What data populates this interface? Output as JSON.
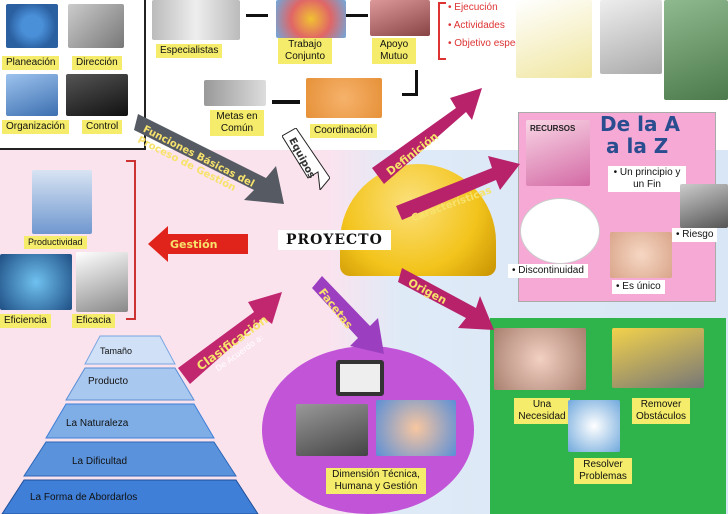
{
  "center": {
    "title": "PROYECTO"
  },
  "arrows": {
    "funciones": "Funciones Básicas del Proceso de Gestión",
    "equipos": "Equipos",
    "definicion": "Definición",
    "caracteristicas": "Características",
    "gestion": "Gestión",
    "origen": "Origen",
    "facetas": "Facetas",
    "clasificacion": "Clasificación",
    "clasificacion_sub": "De Acuerdo a:"
  },
  "funciones": {
    "planeacion": "Planeación",
    "direccion": "Dirección",
    "organizacion": "Organización",
    "control": "Control"
  },
  "equipos": {
    "especialistas": "Especialistas",
    "trabajo_conjunto": "Trabajo Conjunto",
    "apoyo_mutuo": "Apoyo Mutuo",
    "metas_comun": "Metas en Común",
    "coordinacion": "Coordinación"
  },
  "definicion": {
    "items": [
      "Ejecución",
      "Actividades",
      "Objetivo especifico"
    ]
  },
  "caracteristicas": {
    "recursos": "RECURSOS",
    "de_la_a": "De la A",
    "a_la_z": "a la Z",
    "principio_fin": "Un principio y un Fin",
    "riesgo": "Riesgo",
    "discontinuidad": "Discontinuidad",
    "es_unico": "Es único"
  },
  "gestion": {
    "productividad": "Productividad",
    "eficiencia": "Eficiencia",
    "eficacia": "Eficacia"
  },
  "clasificacion": {
    "levels": [
      "Tamaño",
      "Producto",
      "La Naturaleza",
      "La Dificultad",
      "La Forma de Abordarlos"
    ]
  },
  "facetas": {
    "dimension": "Dimensión Técnica, Humana y Gestión"
  },
  "origen": {
    "necesidad": "Una Necesidad",
    "obstaculos": "Remover Obstáculos",
    "problemas": "Resolver Problemas"
  },
  "colors": {
    "yellow_label": "#f4ec6a",
    "pink_panel": "#f7a9d6",
    "green_panel": "#2eb44a",
    "purple_circle": "#c254d8",
    "blue_pyramid": "#3f7fd8",
    "magenta_arrow": "#b8226b",
    "red_arrow": "#e0241b",
    "helmet_yellow": "#f3c41c"
  }
}
